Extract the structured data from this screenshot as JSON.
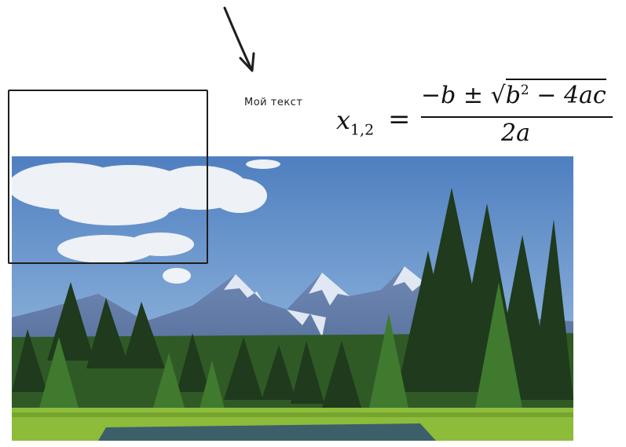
{
  "canvas": {
    "annotation_text": "Мой текст",
    "formula": {
      "lhs": "x",
      "lhs_sub": "1,2",
      "equals": "=",
      "numerator_prefix": "−b ± ",
      "radical_base": "b",
      "radical_exp": "2",
      "radical_rest": " − 4ac",
      "denominator": "2a"
    },
    "image": {
      "subject": "mountain-landscape",
      "colors": {
        "sky_top": "#4f7fc0",
        "sky_bottom": "#a9c9e8",
        "mountain": "#5d78a6",
        "snow": "#eef3fb",
        "forest_dark": "#1f3a1c",
        "forest": "#2f5a26",
        "grass": "#8dbb3a",
        "water": "#3d5f6a"
      }
    }
  }
}
